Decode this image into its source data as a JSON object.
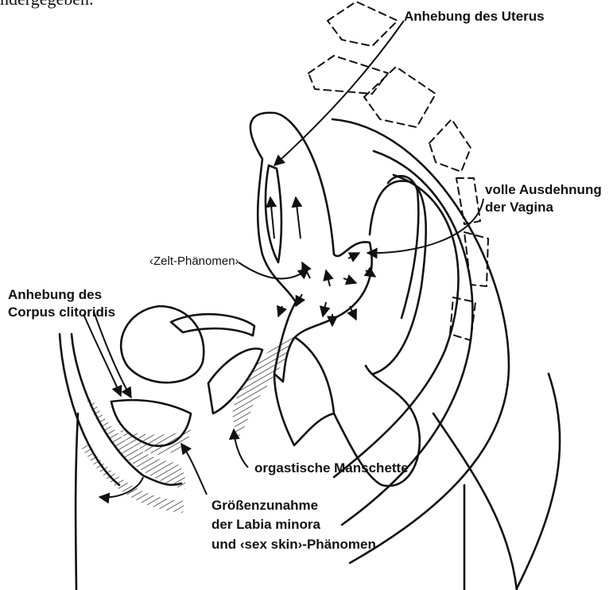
{
  "top_text": "ndergegeben.",
  "labels": {
    "uterus": "Anhebung des Uterus",
    "vagina_l1": "volle Ausdehnung",
    "vagina_l2": "der Vagina",
    "zelt": "‹Zelt-Phänomen›",
    "clit_l1": "Anhebung des",
    "clit_l2": "Corpus clitoridis",
    "manschette": "orgastische Manschette",
    "labia_l1": "Größenzunahme",
    "labia_l2": "der Labia minora",
    "labia_l3": "und ‹sex skin›-Phänomen"
  }
}
